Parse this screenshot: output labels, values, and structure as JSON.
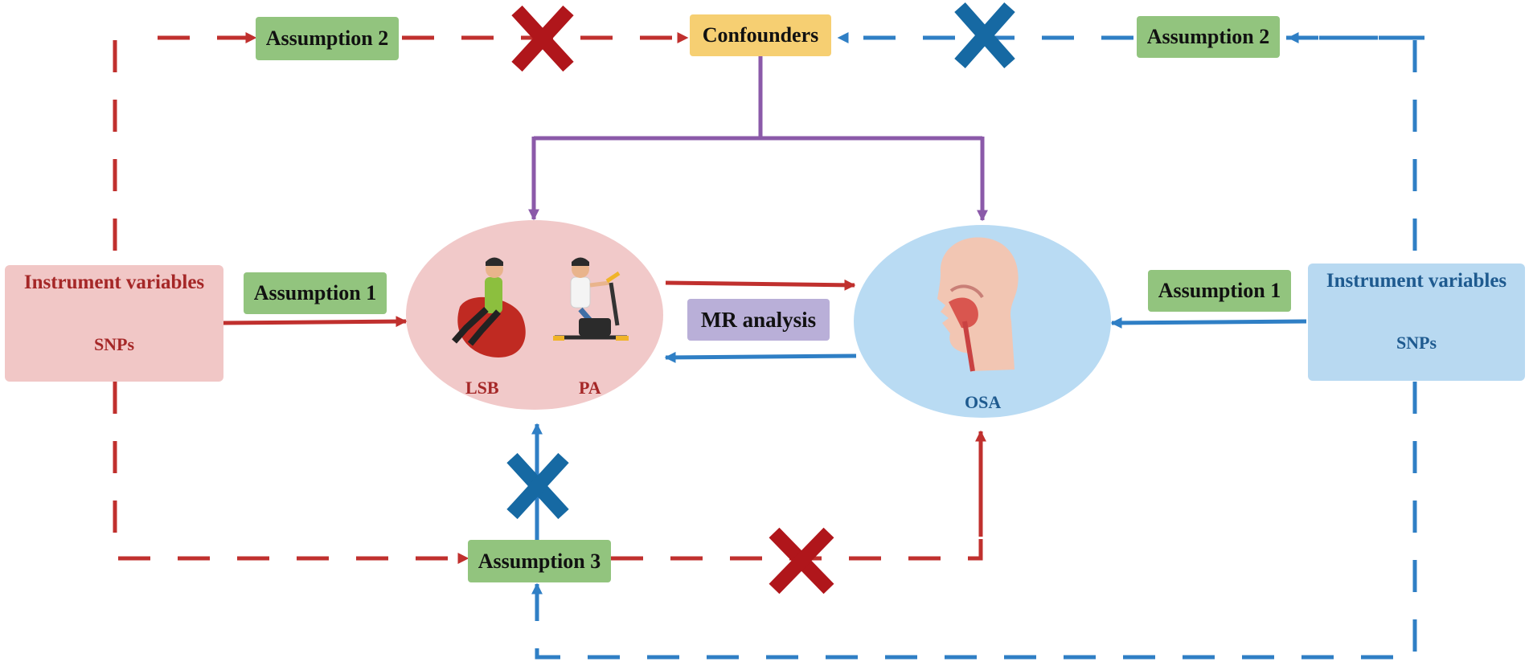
{
  "labels": {
    "assumption2_left": "Assumption 2",
    "assumption2_right": "Assumption 2",
    "confounders": "Confounders",
    "assumption1_left": "Assumption 1",
    "assumption1_right": "Assumption 1",
    "assumption3": "Assumption 3",
    "mr_analysis": "MR analysis"
  },
  "left_iv": {
    "title": "Instrument variables",
    "snps": "SNPs",
    "icon": "dna-icon"
  },
  "right_iv": {
    "title": "Instrument variables",
    "snps": "SNPs",
    "icon": "dna-icon"
  },
  "exposure": {
    "lsb": "LSB",
    "pa": "PA",
    "icons": [
      "person-beanbag-icon",
      "exercise-bike-icon"
    ]
  },
  "outcome": {
    "osa": "OSA",
    "icon": "head-airway-icon"
  },
  "colors": {
    "red": "#c0302e",
    "blue": "#2f7fc5",
    "purple": "#8b5aa9",
    "green_box": "#92c47e",
    "confounder_box": "#f6cf72",
    "mr_box": "#b9afd8",
    "exposure_ellipse": "#f1c9c9",
    "outcome_ellipse": "#b9dbf3",
    "cross_red": "#b0161b",
    "cross_blue": "#1669a3"
  },
  "markers": [
    "cross-red-icon",
    "cross-blue-icon"
  ]
}
